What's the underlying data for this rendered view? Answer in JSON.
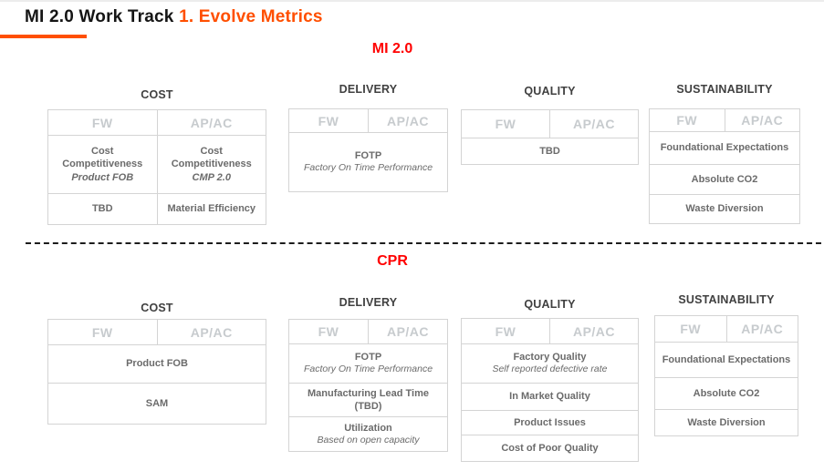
{
  "page": {
    "title_black": "MI 2.0 Work Track",
    "title_orange": "1. Evolve Metrics"
  },
  "colors": {
    "accent_orange": "#FF4F00",
    "section_red": "#FF0000",
    "category_gray": "#404040",
    "cell_text_gray": "#6B6B6B",
    "column_header_gray": "#C7CBCE",
    "table_border_gray": "#D4D4D4"
  },
  "mi20": {
    "label": "MI 2.0",
    "cost": {
      "title": "COST",
      "columns": [
        "FW",
        "AP/AC"
      ],
      "row1": {
        "fw": {
          "main": "Cost Competitiveness",
          "sub": "Product FOB"
        },
        "apac": {
          "main": "Cost Competitiveness",
          "sub": "CMP 2.0"
        }
      },
      "row2": {
        "fw": {
          "main": "TBD"
        },
        "apac": {
          "main": "Material Efficiency"
        }
      }
    },
    "delivery": {
      "title": "DELIVERY",
      "columns": [
        "FW",
        "AP/AC"
      ],
      "row1": {
        "main": "FOTP",
        "sub": "Factory On Time Performance"
      }
    },
    "quality": {
      "title": "QUALITY",
      "columns": [
        "FW",
        "AP/AC"
      ],
      "row1": {
        "main": "TBD"
      }
    },
    "sustainability": {
      "title": "SUSTAINABILITY",
      "columns": [
        "FW",
        "AP/AC"
      ],
      "row1": {
        "main": "Foundational Expectations"
      },
      "row2": {
        "main": "Absolute CO2"
      },
      "row3": {
        "main": "Waste Diversion"
      }
    }
  },
  "cpr": {
    "label": "CPR",
    "cost": {
      "title": "COST",
      "columns": [
        "FW",
        "AP/AC"
      ],
      "row1": {
        "main": "Product FOB"
      },
      "row2": {
        "main": "SAM"
      }
    },
    "delivery": {
      "title": "DELIVERY",
      "columns": [
        "FW",
        "AP/AC"
      ],
      "row1": {
        "main": "FOTP",
        "sub": "Factory On Time Performance"
      },
      "row2": {
        "main": "Manufacturing Lead Time (TBD)"
      },
      "row3": {
        "main": "Utilization",
        "sub": "Based on open capacity"
      }
    },
    "quality": {
      "title": "QUALITY",
      "columns": [
        "FW",
        "AP/AC"
      ],
      "row1": {
        "main": "Factory Quality",
        "sub": "Self reported defective rate"
      },
      "row2": {
        "main": "In Market Quality"
      },
      "row3": {
        "main": "Product Issues"
      },
      "row4": {
        "main": "Cost of Poor Quality"
      }
    },
    "sustainability": {
      "title": "SUSTAINABILITY",
      "columns": [
        "FW",
        "AP/AC"
      ],
      "row1": {
        "main": "Foundational Expectations"
      },
      "row2": {
        "main": "Absolute CO2"
      },
      "row3": {
        "main": "Waste Diversion"
      }
    }
  }
}
